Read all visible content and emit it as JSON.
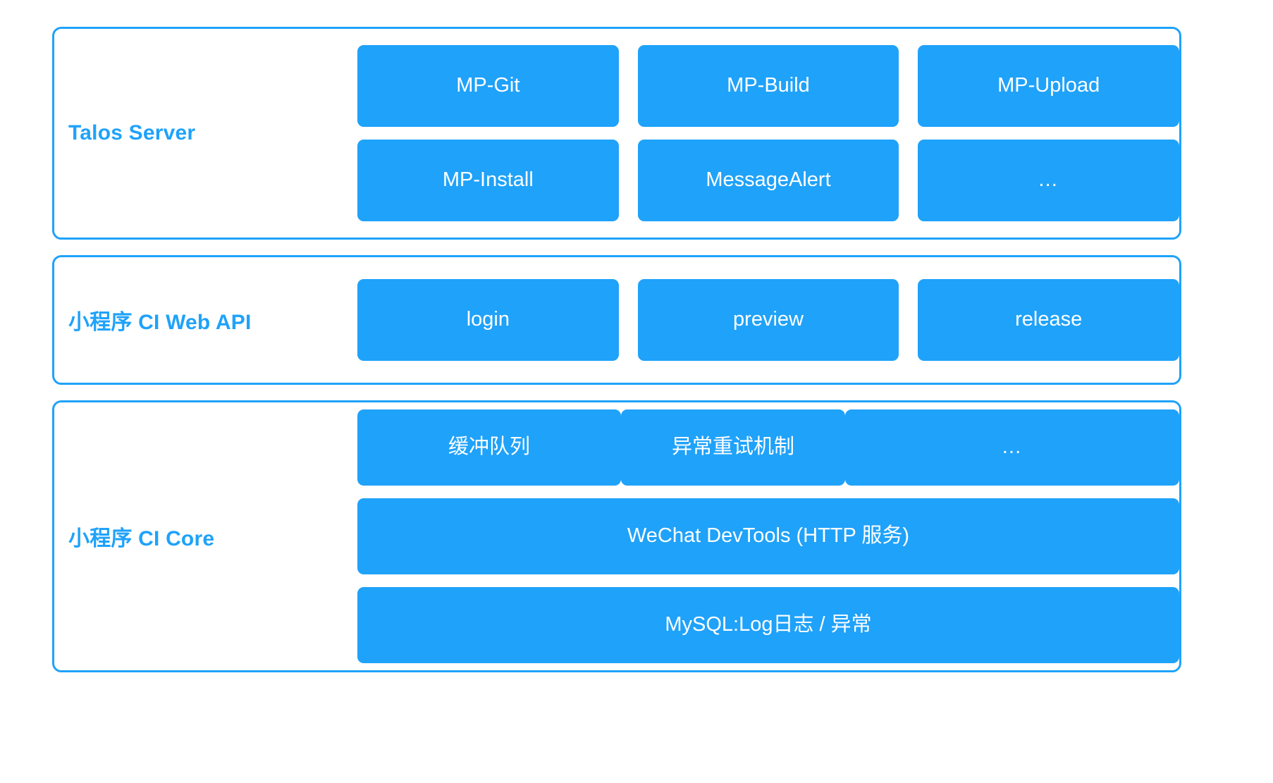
{
  "diagram": {
    "title": "Talos Server / 小程序 CI architecture layers",
    "accent_color": "#1FA2FA",
    "box_text_color": "#FFFFFF",
    "background_color": "#FFFFFF"
  },
  "layers": [
    {
      "id": "talos-server",
      "label": "Talos Server",
      "rows": [
        {
          "boxes": [
            {
              "label": "MP-Git"
            },
            {
              "label": "MP-Build"
            },
            {
              "label": "MP-Upload"
            }
          ]
        },
        {
          "boxes": [
            {
              "label": "MP-Install"
            },
            {
              "label": "MessageAlert"
            },
            {
              "label": "…"
            }
          ]
        }
      ]
    },
    {
      "id": "mp-ci-web-api",
      "label": "小程序 CI Web API",
      "rows": [
        {
          "boxes": [
            {
              "label": "login"
            },
            {
              "label": "preview"
            },
            {
              "label": "release"
            }
          ]
        }
      ]
    },
    {
      "id": "mp-ci-core",
      "label": "小程序 CI Core",
      "rows": [
        {
          "boxes": [
            {
              "label": "缓冲队列"
            },
            {
              "label": "异常重试机制"
            },
            {
              "label": "…"
            }
          ]
        },
        {
          "boxes": [
            {
              "label": "WeChat DevTools (HTTP 服务)"
            }
          ]
        },
        {
          "boxes": [
            {
              "label": "MySQL:Log日志 / 异常"
            }
          ]
        }
      ]
    }
  ]
}
